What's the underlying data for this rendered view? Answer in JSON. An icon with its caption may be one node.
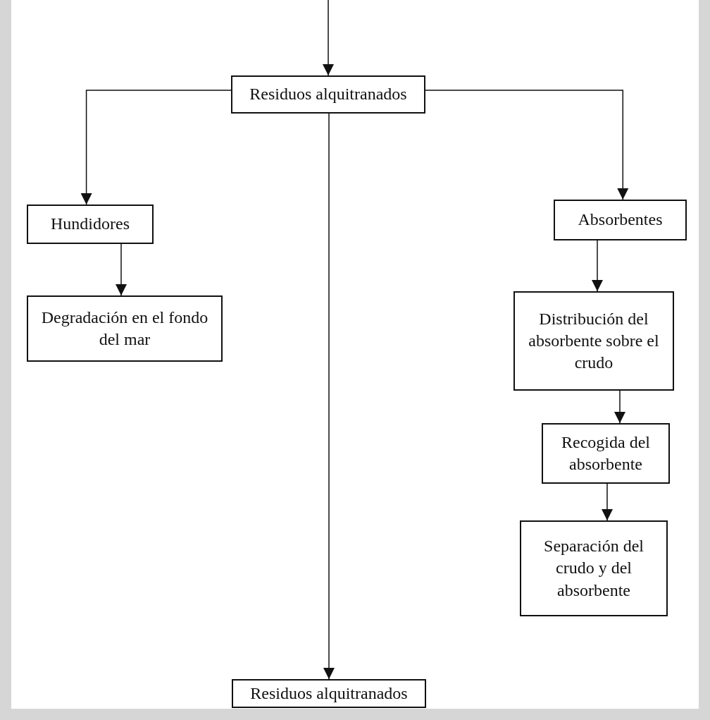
{
  "diagram": {
    "nodes": [
      {
        "text": [
          "Residuos alquitranados"
        ]
      },
      {
        "text": [
          "Hundidores"
        ]
      },
      {
        "text": [
          "Degradación en el fondo del mar"
        ]
      },
      {
        "text": [
          "Absorbentes"
        ]
      },
      {
        "text": [
          "Distribución del absorbente sobre el crudo"
        ]
      },
      {
        "text": [
          "Recogida del absorbente"
        ]
      },
      {
        "text": [
          "Separación del crudo y del absorbente"
        ]
      },
      {
        "text": [
          "Residuos alquitranados"
        ]
      }
    ],
    "edges": [
      {
        "from": null,
        "to": 0,
        "arrow": "to"
      },
      {
        "from": 0,
        "to": 1,
        "arrow": "to"
      },
      {
        "from": 0,
        "to": 3,
        "arrow": "to"
      },
      {
        "from": 0,
        "to": 7,
        "arrow": "to"
      },
      {
        "from": 1,
        "to": 2,
        "arrow": "to"
      },
      {
        "from": 3,
        "to": 4,
        "arrow": "to"
      },
      {
        "from": 4,
        "to": 5,
        "arrow": "to"
      },
      {
        "from": 5,
        "to": 6,
        "arrow": "to"
      }
    ]
  }
}
